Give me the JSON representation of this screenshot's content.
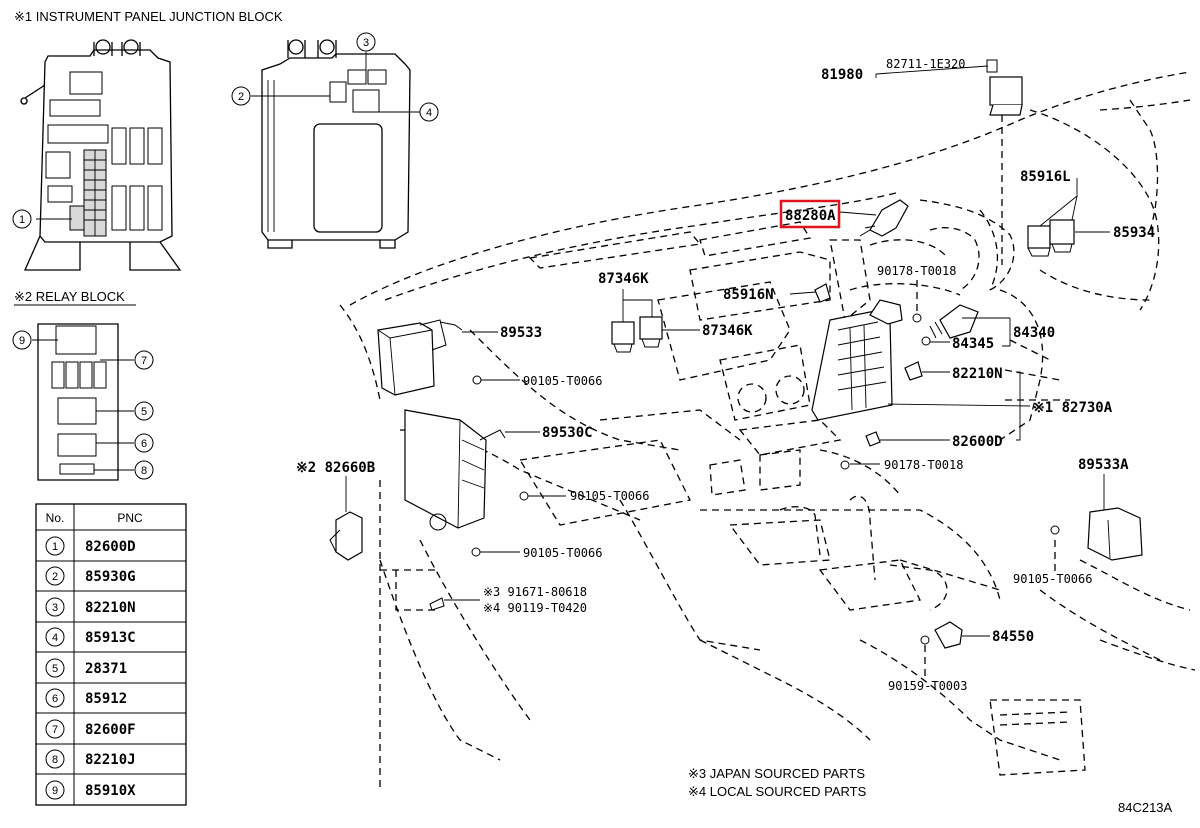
{
  "titles": {
    "junction_block": "※1 INSTRUMENT PANEL JUNCTION BLOCK",
    "relay_block": "※2 RELAY BLOCK"
  },
  "junction_callouts": [
    "1",
    "2",
    "3",
    "4"
  ],
  "relay_callouts": [
    "9",
    "7",
    "5",
    "6",
    "8"
  ],
  "table": {
    "header_no": "No.",
    "header_pnc": "PNC",
    "rows": [
      {
        "no": "1",
        "pnc": "82600D"
      },
      {
        "no": "2",
        "pnc": "85930G"
      },
      {
        "no": "3",
        "pnc": "82210N"
      },
      {
        "no": "4",
        "pnc": "85913C"
      },
      {
        "no": "5",
        "pnc": "28371"
      },
      {
        "no": "6",
        "pnc": "85912"
      },
      {
        "no": "7",
        "pnc": "82600F"
      },
      {
        "no": "8",
        "pnc": "82210J"
      },
      {
        "no": "9",
        "pnc": "85910X"
      }
    ]
  },
  "part_labels": {
    "p81980": "81980",
    "p82711": "82711-1E320",
    "p88280a": "88280A",
    "p85916l": "85916L",
    "p85934": "85934",
    "p87346k_top": "87346K",
    "p87346k_bot": "87346K",
    "p85916n": "85916N",
    "p90178_upper": "90178-T0018",
    "p84340": "84340",
    "p84345": "84345",
    "p82210n": "82210N",
    "p89533": "89533",
    "p90105_a": "90105-T0066",
    "p89530c": "89530C",
    "p90105_b": "90105-T0066",
    "p82660b": "※2 82660B",
    "p90105_c": "90105-T0066",
    "p91671": "※3 91671-80618",
    "p90119": "※4 90119-T0420",
    "p82730a": "※1 82730A",
    "p82600d": "82600D",
    "p90178_lower": "90178-T0018",
    "p89533a": "89533A",
    "p90105_d": "90105-T0066",
    "p84550": "84550",
    "p90159": "90159-T0003"
  },
  "notes": {
    "japan": "※3 JAPAN SOURCED PARTS",
    "local": "※4 LOCAL SOURCED PARTS"
  },
  "diagram_code": "84C213A",
  "highlight_color": "#e0141e"
}
